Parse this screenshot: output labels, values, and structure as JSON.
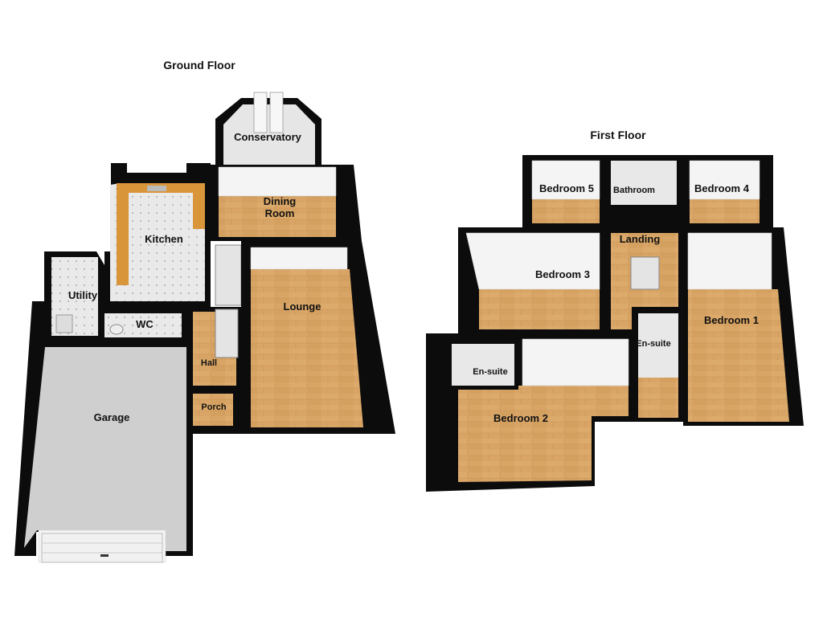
{
  "floors": {
    "ground": {
      "title": "Ground Floor",
      "rooms": {
        "conservatory": "Conservatory",
        "dining_line1": "Dining",
        "dining_line2": "Room",
        "kitchen": "Kitchen",
        "utility": "Utility",
        "wc": "WC",
        "lounge": "Lounge",
        "hall": "Hall",
        "porch": "Porch",
        "garage": "Garage"
      }
    },
    "first": {
      "title": "First Floor",
      "rooms": {
        "bedroom5": "Bedroom 5",
        "bathroom": "Bathroom",
        "bedroom4": "Bedroom 4",
        "landing": "Landing",
        "bedroom3": "Bedroom 3",
        "bedroom1": "Bedroom 1",
        "ensuite1": "En-suite",
        "ensuite2": "En-suite",
        "bedroom2": "Bedroom 2"
      }
    }
  },
  "colors": {
    "wall": "#0c0c0c",
    "wood": "#d9a566",
    "kitchen_counter": "#d8953a",
    "tile_floor": "#e8e8e8",
    "garage_floor": "#cfcfcf"
  }
}
